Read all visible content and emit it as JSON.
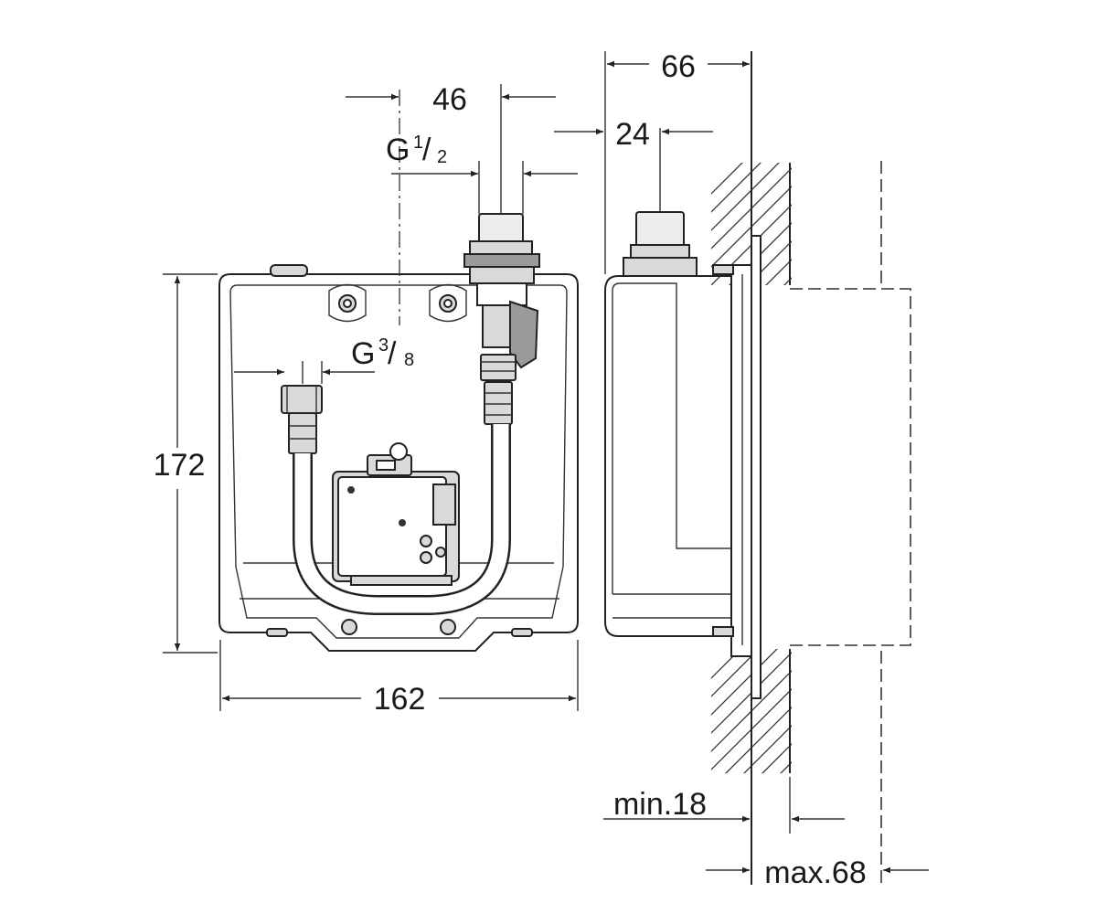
{
  "dimensions": {
    "width_front": "162",
    "height_front": "172",
    "pipe_spacing": "46",
    "thread_inlet_main": "G",
    "thread_inlet_num": "1",
    "thread_inlet_den": "2",
    "thread_outlet_main": "G",
    "thread_outlet_num": "3",
    "thread_outlet_den": "8",
    "depth_total": "66",
    "pipe_offset_side": "24",
    "wall_min": "min.18",
    "wall_max": "max.68"
  },
  "colors": {
    "line": "#222222",
    "fill_gray": "#d9d9d9",
    "fill_dark": "#9a9a9a"
  }
}
